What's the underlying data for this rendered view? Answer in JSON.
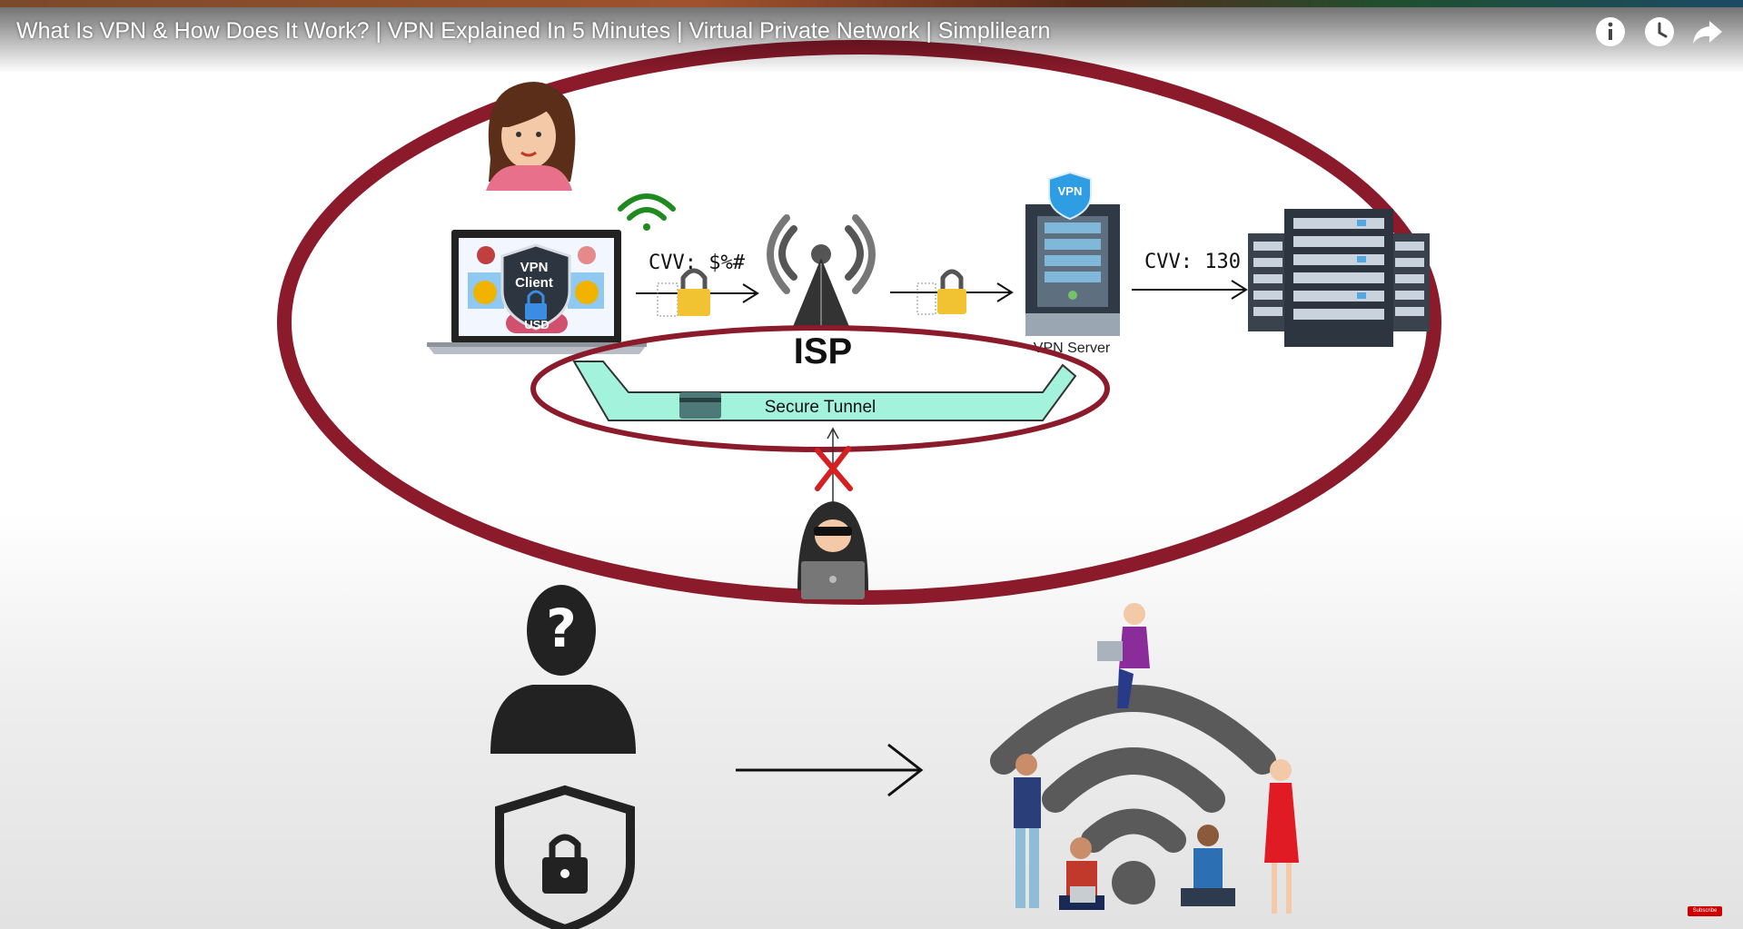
{
  "player": {
    "title": "What Is VPN & How Does It Work? | VPN Explained In 5 Minutes | Virtual Private Network | Simplilearn",
    "buttons": [
      {
        "name": "info-button",
        "icon": "info-icon"
      },
      {
        "name": "watch-later-button",
        "icon": "clock-icon"
      },
      {
        "name": "share-button",
        "icon": "share-arrow-icon"
      }
    ],
    "subscribe_badge": "Subscribe"
  },
  "diagram": {
    "laptop_screen": {
      "line1": "VPN",
      "line2": "Client",
      "badge": "USD"
    },
    "cvv_encrypted": "CVV: $%#",
    "isp_label": "ISP",
    "vpn_badge": "VPN",
    "vpn_server_label": "VPN Server",
    "cvv_plain": "CVV: 130",
    "tunnel_label": "Secure Tunnel",
    "icons": [
      "woman-avatar",
      "wifi-icon",
      "laptop-icon",
      "padlock-icon",
      "antenna-icon",
      "server-icon",
      "server-rack-icon",
      "credit-card-icon",
      "blocked-x-icon",
      "hacker-icon",
      "anonymous-user-icon",
      "shield-lock-icon",
      "wifi-people-illustration"
    ]
  },
  "colors": {
    "ellipse": "#8b1a2b",
    "tunnel": "#9ef5d8",
    "wifi_green": "#1f8a1f",
    "cross_red": "#d42020"
  }
}
